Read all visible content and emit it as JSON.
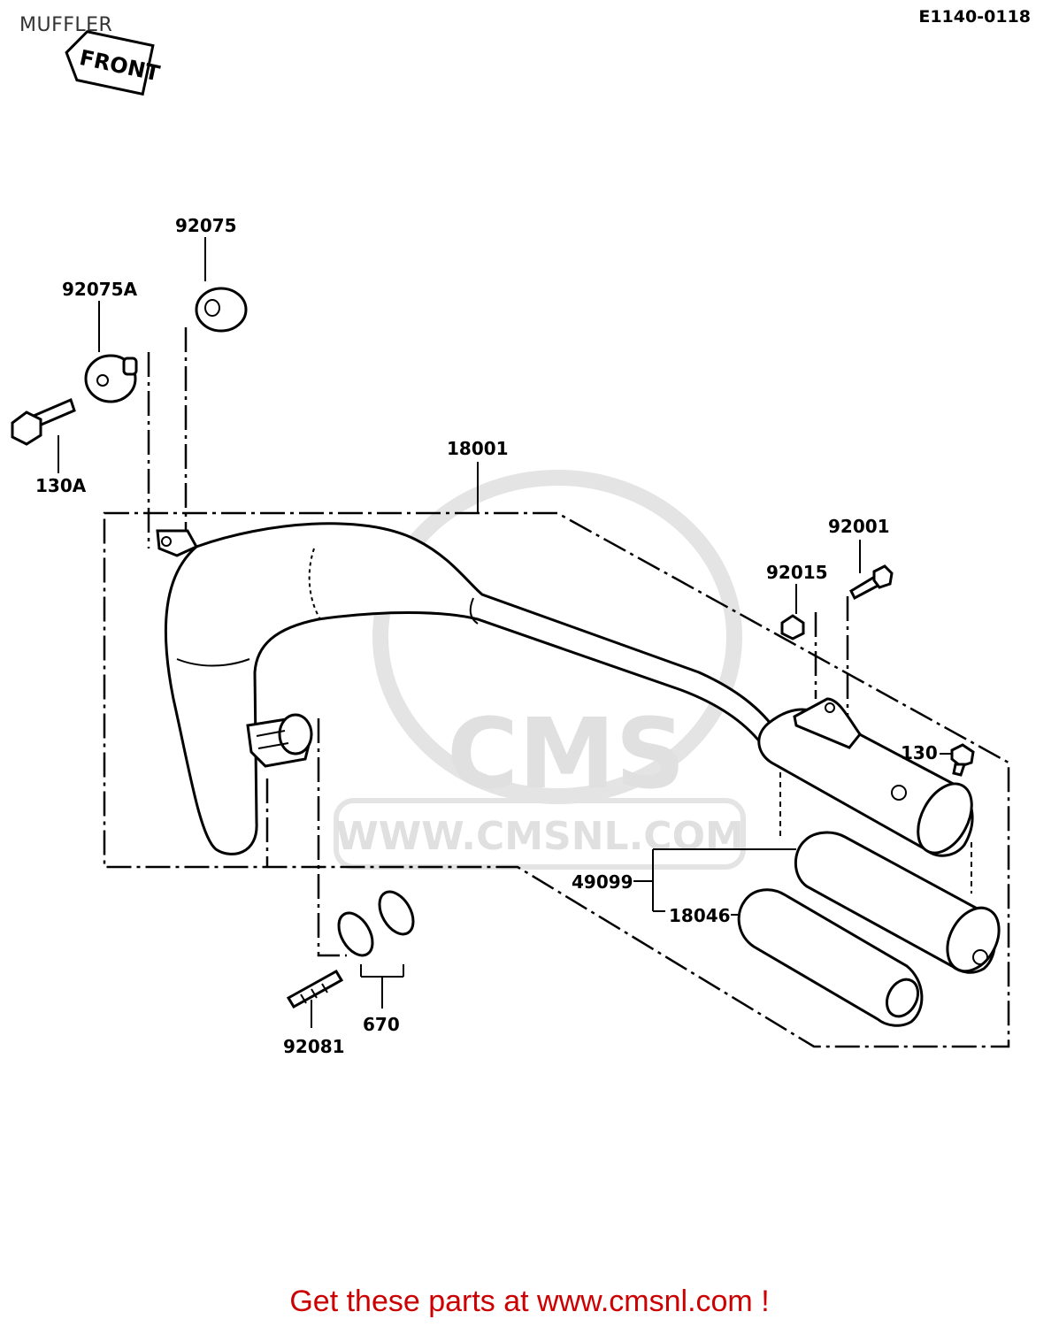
{
  "header": {
    "section_title": "MUFFLER",
    "drawing_code": "E1140-0118",
    "front_label": "FRONT"
  },
  "watermark": {
    "brand": "CMS",
    "url": "WWW.CMSNL.COM"
  },
  "parts": [
    {
      "number": "92075"
    },
    {
      "number": "92075A"
    },
    {
      "number": "130A"
    },
    {
      "number": "18001"
    },
    {
      "number": "92001"
    },
    {
      "number": "92015"
    },
    {
      "number": "130"
    },
    {
      "number": "49099"
    },
    {
      "number": "18046"
    },
    {
      "number": "670"
    },
    {
      "number": "92081"
    }
  ],
  "footer": {
    "link_text": "Get these parts at www.cmsnl.com !"
  },
  "colors": {
    "footer": "#cc0000",
    "lines": "#000000",
    "watermark": "#e0e0e0"
  }
}
